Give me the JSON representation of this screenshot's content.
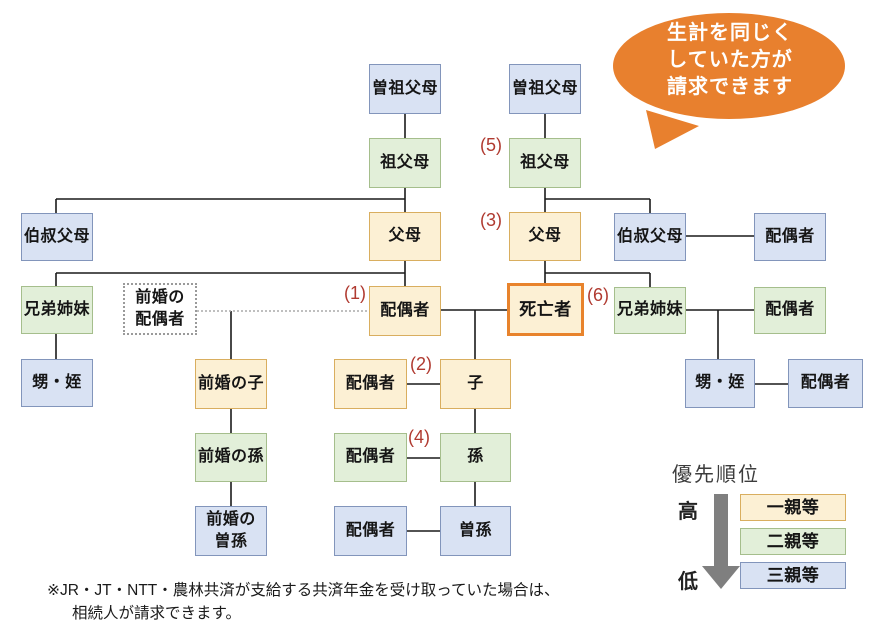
{
  "bubble": {
    "line1": "生計を同じく",
    "line2": "していた方が",
    "line3": "請求できます"
  },
  "nodes": {
    "ggp_left": "曽祖父母",
    "ggp_right": "曽祖父母",
    "gp_left": "祖父母",
    "gp_right": "祖父母",
    "uncles_left": "伯叔父母",
    "parents_left": "父母",
    "parents_right": "父母",
    "uncles_right": "伯叔父母",
    "uncles_right_spouse": "配偶者",
    "siblings_left": "兄弟姉妹",
    "ex_spouse": {
      "line1": "前婚の",
      "line2": "配偶者"
    },
    "spouse": "配偶者",
    "deceased": "死亡者",
    "siblings_right": "兄弟姉妹",
    "siblings_right_spouse": "配偶者",
    "nephews_left": "甥・姪",
    "ex_child": "前婚の子",
    "child_spouse": "配偶者",
    "child": "子",
    "nephews_right": "甥・姪",
    "nephews_right_spouse": "配偶者",
    "ex_grandchild": "前婚の孫",
    "grandchild_spouse": "配偶者",
    "grandchild": "孫",
    "ex_ggchild": {
      "line1": "前婚の",
      "line2": "曽孫"
    },
    "ggchild_spouse": "配偶者",
    "ggchild": "曽孫"
  },
  "orders": {
    "o1": "(1)",
    "o2": "(2)",
    "o3": "(3)",
    "o4": "(4)",
    "o5": "(5)",
    "o6": "(6)"
  },
  "legend": {
    "title": "優先順位",
    "high": "高",
    "low": "低",
    "degrees": [
      {
        "label": "一親等"
      },
      {
        "label": "二親等"
      },
      {
        "label": "三親等"
      }
    ]
  },
  "note": {
    "line1": "※JR・JT・NTT・農林共済が支給する共済年金を受け取っていた場合は、",
    "line2": "相続人が請求できます。"
  },
  "colors": {
    "first_degree_fill": "#FCF0D4",
    "first_degree_border": "#D9AE5F",
    "second_degree_fill": "#E2EFD9",
    "second_degree_border": "#A5BE8C",
    "third_degree_fill": "#D9E2F3",
    "third_degree_border": "#8295BB",
    "deceased_border": "#E8832C",
    "bubble_fill": "#E8802E",
    "order_number": "#B03A30",
    "arrow": "#7F7F7F"
  }
}
